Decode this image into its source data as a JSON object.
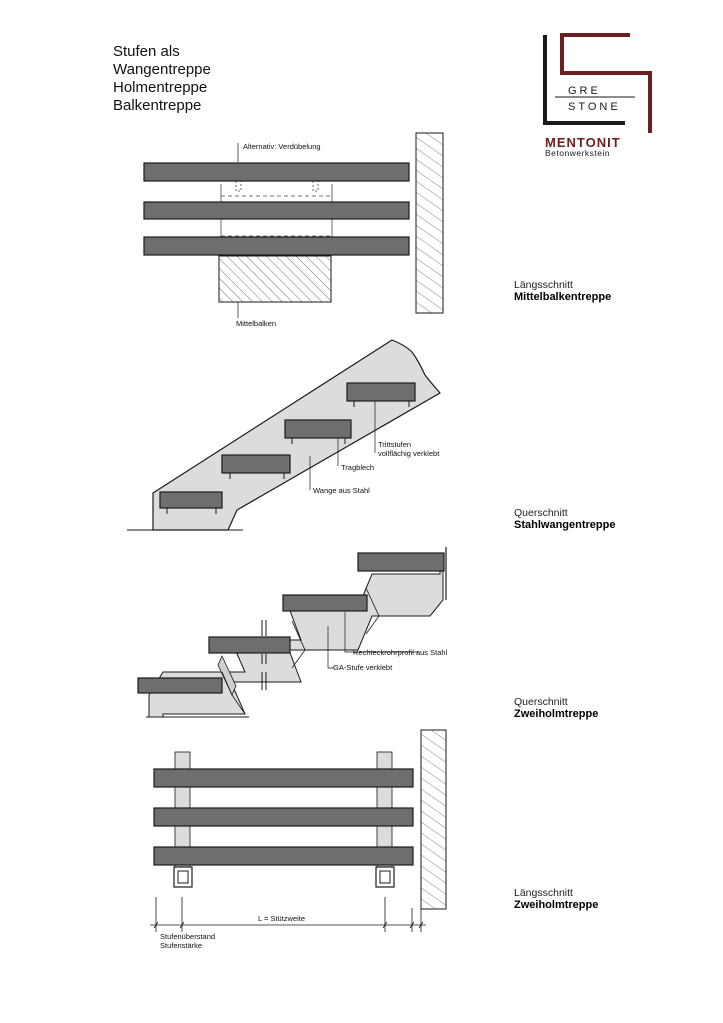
{
  "header": {
    "title_lines": [
      "Stufen als",
      "Wangentreppe",
      "Holmentreppe",
      "Balkentreppe"
    ]
  },
  "logo": {
    "mark_top": "GRE",
    "mark_bottom": "STONE",
    "brand": "MENTONIT",
    "subbrand": "Betonwerkstein",
    "brand_color": "#6b1f1f"
  },
  "sections": [
    {
      "id": "mittelbalken",
      "caption_light": "Längsschnitt",
      "caption_bold": "Mittelbalkentreppe",
      "labels": {
        "top": "Alternativ: Verdübelung",
        "bottom": "Mittelbalken"
      }
    },
    {
      "id": "stahlwange",
      "caption_light": "Querschnitt",
      "caption_bold": "Stahlwangentreppe",
      "labels": {
        "trittstufen_1": "Trittstufen",
        "trittstufen_2": "vollflächig verklebt",
        "tragblech": "Tragblech",
        "wange": "Wange aus Stahl"
      }
    },
    {
      "id": "zweiholm_quer",
      "caption_light": "Querschnitt",
      "caption_bold": "Zweiholmtreppe",
      "labels": {
        "profil": "Rechteckrohrprofil aus Stahl",
        "stufe": "GA-Stufe verklebt"
      }
    },
    {
      "id": "zweiholm_laengs",
      "caption_light": "Längsschnitt",
      "caption_bold": "Zweiholmtreppe",
      "labels": {
        "spacing": "L = Stützweite",
        "overhang_1": "Stufenüberstand",
        "overhang_2": "Stufenstärke"
      }
    }
  ],
  "colors": {
    "slab": "#6e6e6e",
    "slab_stroke": "#1a1a1a",
    "concrete": "#dcdcdc",
    "hatch": "#333333"
  }
}
